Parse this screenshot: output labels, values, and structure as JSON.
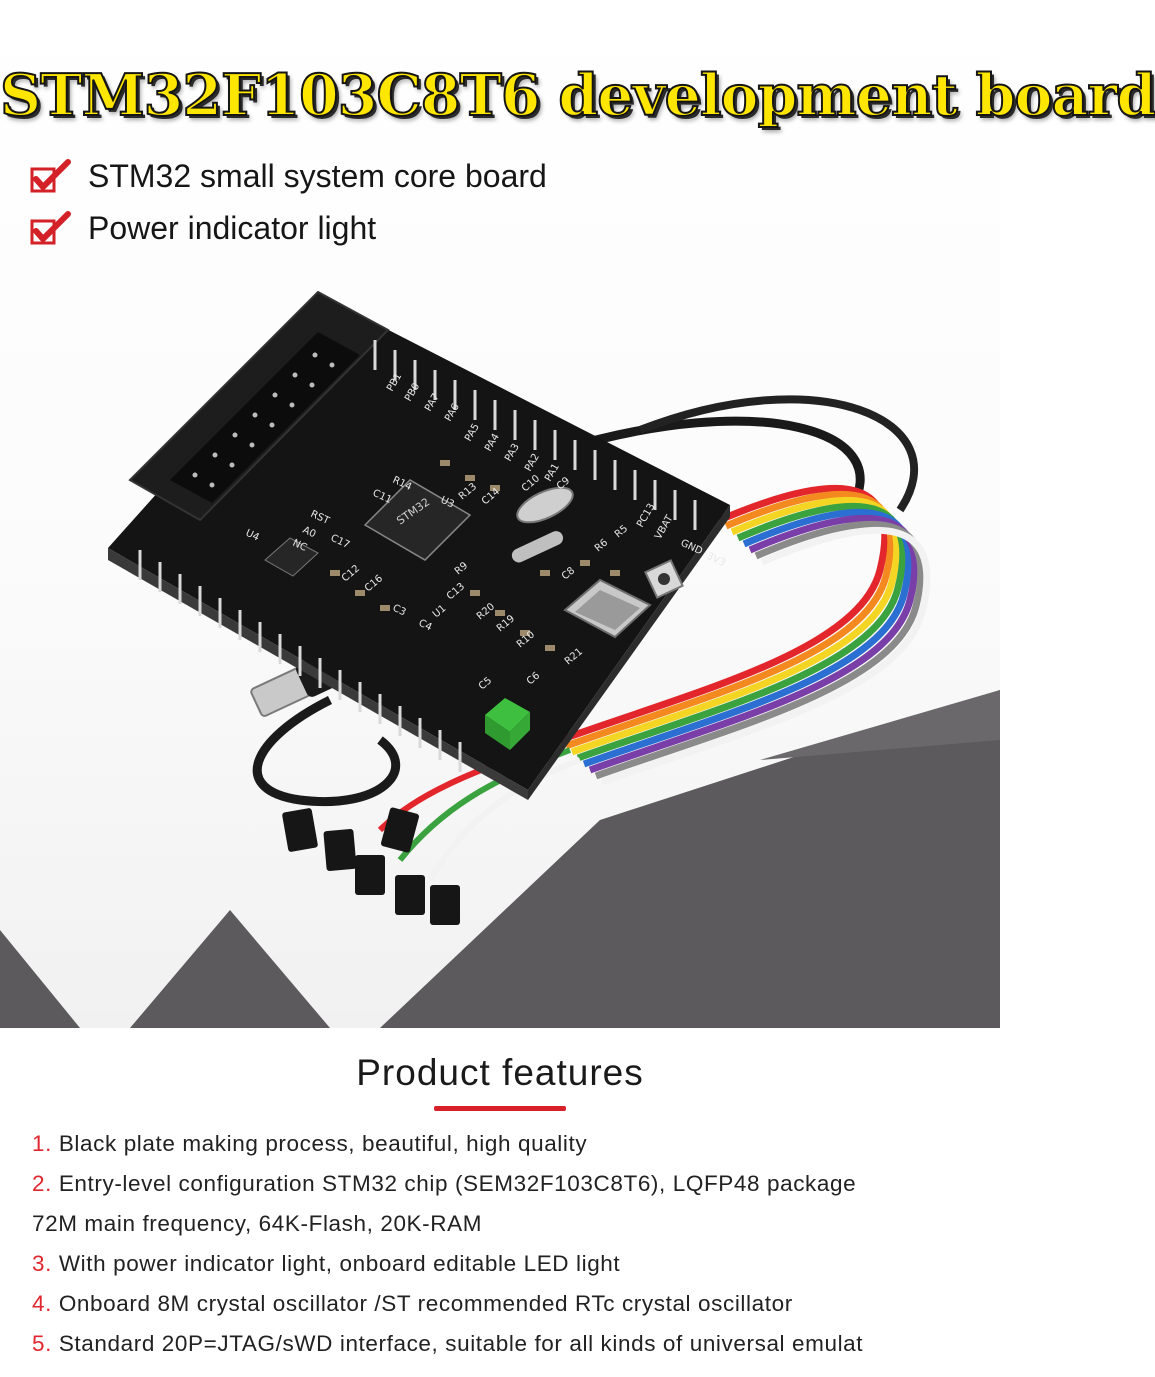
{
  "header": {
    "title": "STM32F103C8T6 development board",
    "title_color": "#ffe600"
  },
  "highlights": [
    {
      "icon": "check-icon",
      "text": "STM32 small system core board"
    },
    {
      "icon": "check-icon",
      "text": "Power indicator light"
    }
  ],
  "board": {
    "chip_label": "STM32",
    "silk_labels": [
      "PB1",
      "PB0",
      "PA7",
      "PA6",
      "PA5",
      "PA4",
      "PA3",
      "PA2",
      "PA1",
      "RST",
      "A0",
      "NC",
      "U4",
      "R14",
      "C11",
      "C17",
      "C12",
      "C16",
      "C3",
      "C4",
      "R13",
      "C13",
      "C10",
      "C9",
      "C14",
      "R9",
      "R20",
      "R19",
      "R10",
      "R5",
      "R6",
      "R21",
      "C5",
      "C6",
      "C8",
      "PC13",
      "VBAT",
      "GND",
      "3V3",
      "U3",
      "U1"
    ],
    "accent_colors": {
      "pcb": "#1b1b1b",
      "jumper": "#3fbf3f",
      "header_pin": "#d9d9d9"
    }
  },
  "features": {
    "title": "Product features",
    "underline_color": "#d8202a",
    "items": [
      {
        "num": "1.",
        "text": "Black plate making process, beautiful, high quality"
      },
      {
        "num": "2.",
        "text": "Entry-level configuration STM32 chip (SEM32F103C8T6), LQFP48 package"
      },
      {
        "num": "",
        "text": "72M main frequency, 64K-Flash, 20K-RAM"
      },
      {
        "num": "3.",
        "text": "With power indicator light, onboard editable LED light"
      },
      {
        "num": "4.",
        "text": "Onboard 8M crystal oscillator /ST recommended RTc crystal oscillator"
      },
      {
        "num": "5.",
        "text": "Standard 20P=JTAG/sWD interface, suitable for all kinds of universal emulat"
      }
    ]
  }
}
